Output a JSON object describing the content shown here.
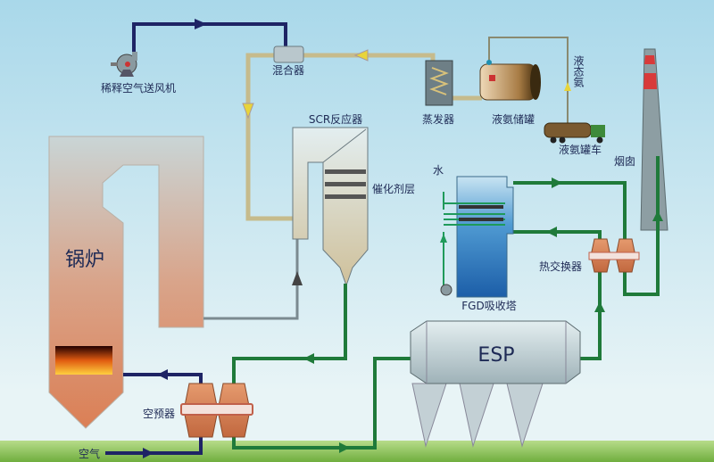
{
  "labels": {
    "dilution_fan": "稀释空气送风机",
    "mixer": "混合器",
    "evaporator": "蒸发器",
    "ammonia_tank": "液氨储罐",
    "liquid_ammonia": "液态氨",
    "tanker_truck": "液氨罐车",
    "chimney": "烟囱",
    "scr_reactor": "SCR反应器",
    "catalyst_layer": "催化剂层",
    "water": "水",
    "boiler": "锅炉",
    "heat_exchanger": "热交换器",
    "fgd_absorber": "FGD吸收塔",
    "esp": "ESP",
    "air_preheater": "空预器",
    "air": "空气"
  },
  "colors": {
    "sky_top": "#a9d8ea",
    "sky_bottom": "#e6f3f6",
    "ground": "#8fc45a",
    "air_pipe": "#1e2465",
    "ammonia_pipe": "#c6bb8c",
    "flue_pipe": "#1f7a3a",
    "boiler": "#d88a66",
    "chimney_band": "#d83a3a"
  }
}
